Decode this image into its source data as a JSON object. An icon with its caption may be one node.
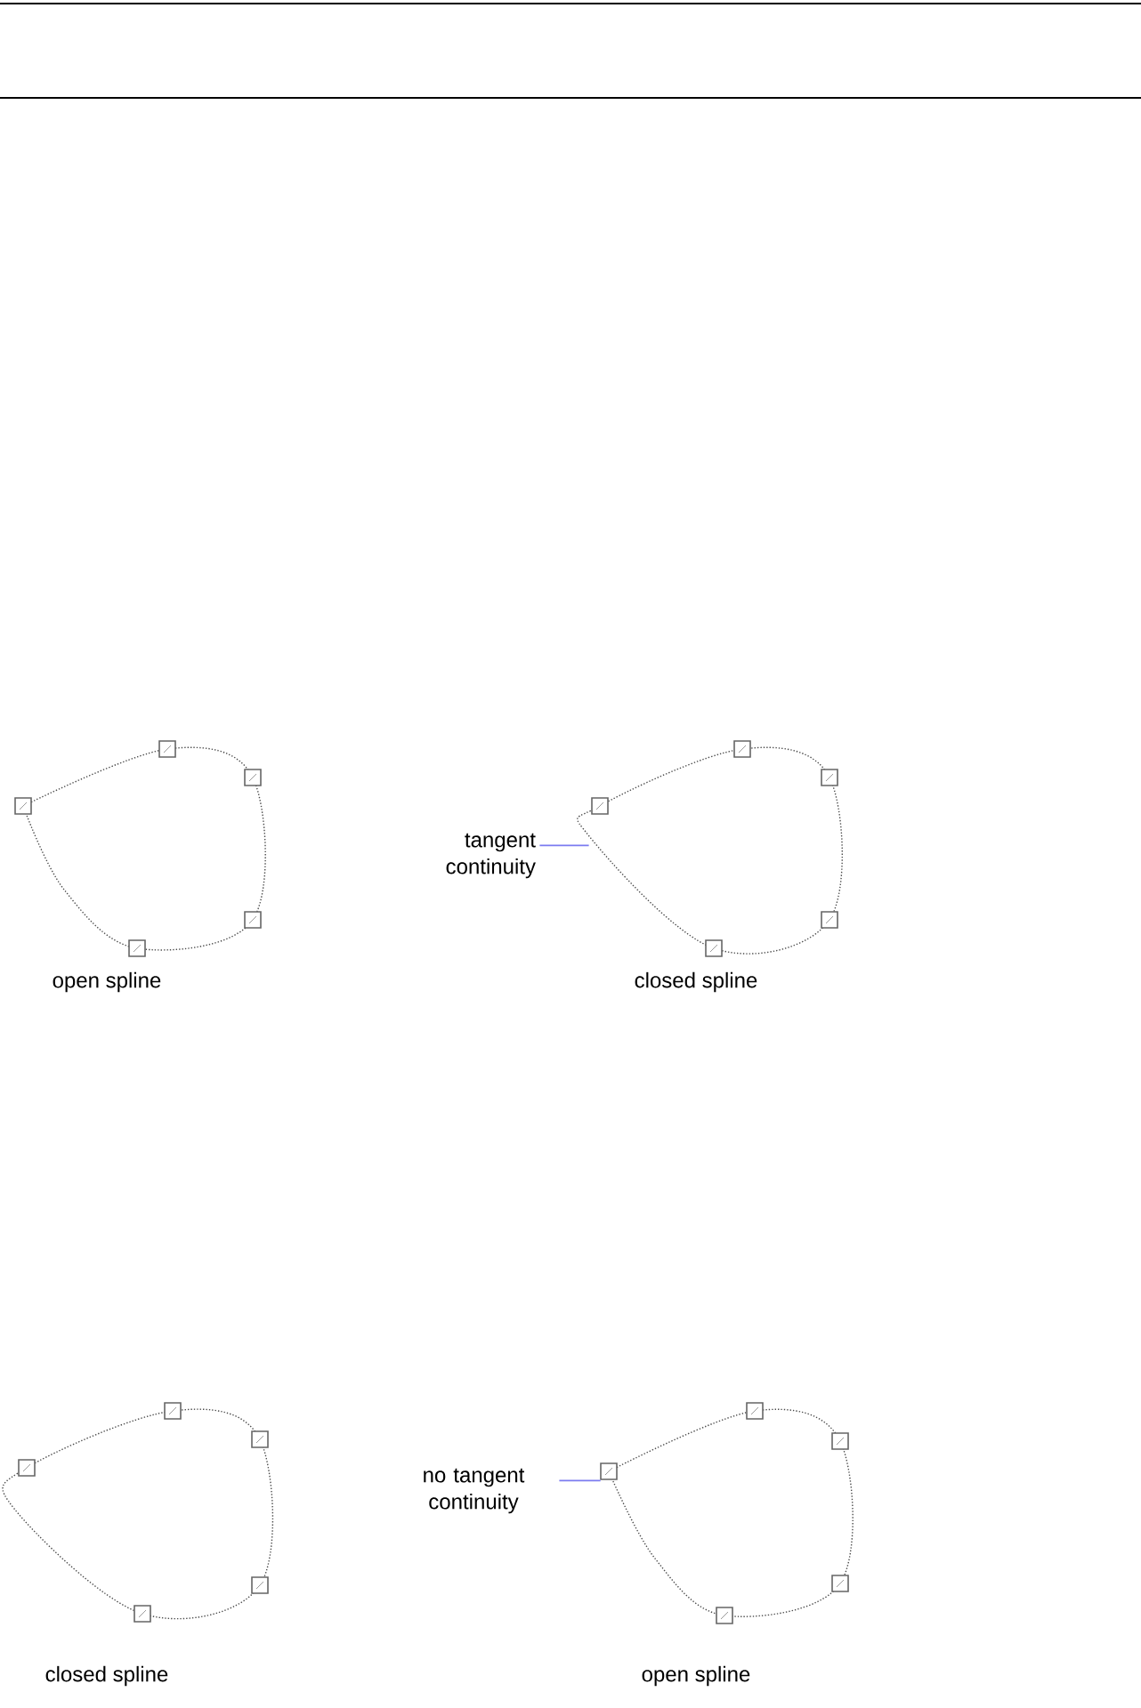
{
  "diagram": {
    "nodes": [
      {
        "text": [],
        "shape": "spline",
        "beside": [
          "open spline"
        ]
      },
      {
        "text": [
          "tangent continuity"
        ]
      },
      {
        "text": [],
        "shape": "spline",
        "beside": [
          "closed spline"
        ]
      },
      {
        "text": [],
        "shape": "spline",
        "beside": [
          "closed spline"
        ]
      },
      {
        "text": [
          "no tangent continuity"
        ]
      },
      {
        "text": [],
        "shape": "spline",
        "beside": [
          "open spline"
        ]
      }
    ],
    "edges": [
      {
        "from": 1,
        "to": 2,
        "arrow": "none",
        "color": "#7b7bf0"
      },
      {
        "from": 4,
        "to": 5,
        "arrow": "none",
        "color": "#7b7bf0"
      }
    ]
  }
}
